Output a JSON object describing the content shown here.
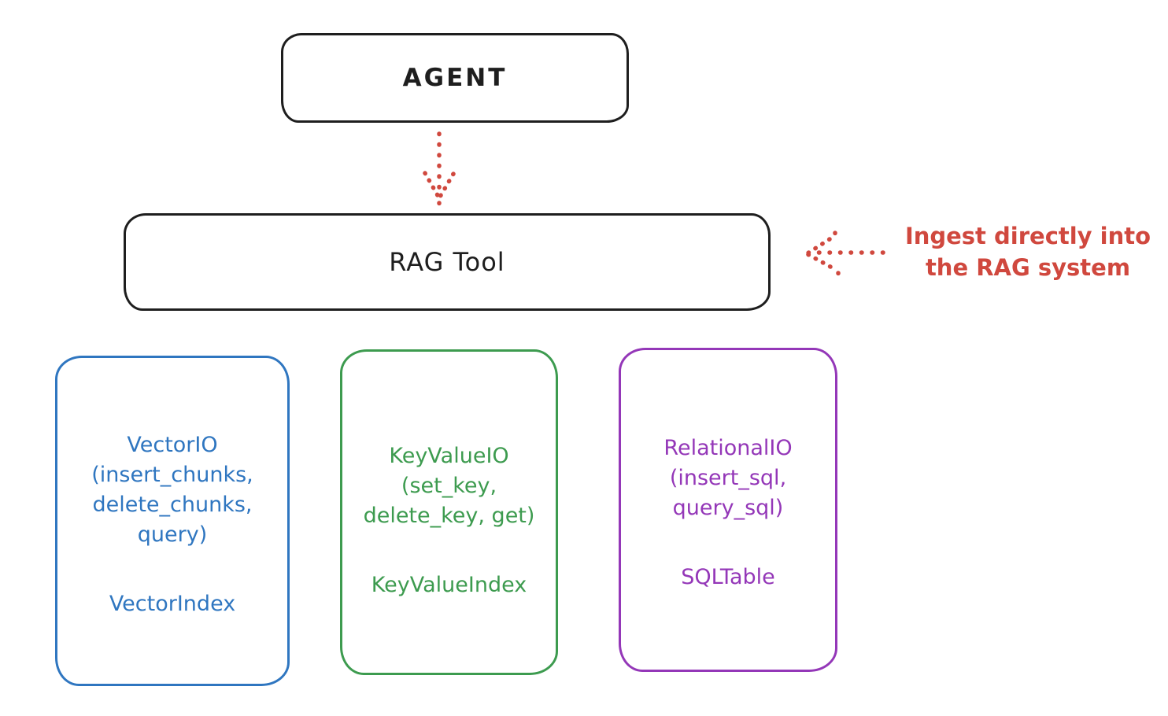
{
  "diagram": {
    "colors": {
      "ink": "#1e1e1e",
      "red": "#d0483e"
    },
    "agent_box": {
      "label": "AGENT"
    },
    "rag_tool_box": {
      "label": "RAG Tool"
    },
    "annotation": {
      "line1": "Ingest directly into",
      "line2": "the RAG system"
    },
    "arrows": [
      {
        "name": "agent-to-rag-arrow",
        "style": "dotted",
        "color": "#d0483e",
        "direction": "down"
      },
      {
        "name": "ingest-annotation-arrow",
        "style": "dotted",
        "color": "#d0483e",
        "direction": "left"
      }
    ],
    "stores": [
      {
        "name": "VectorIO",
        "color": "#2f76c0",
        "params": [
          "(insert_chunks,",
          "delete_chunks,",
          "query)"
        ],
        "index_label": "VectorIndex"
      },
      {
        "name": "KeyValueIO",
        "color": "#3d9b4f",
        "params": [
          "(set_key,",
          "delete_key, get)"
        ],
        "index_label": "KeyValueIndex"
      },
      {
        "name": "RelationalIO",
        "color": "#9437b8",
        "params": [
          "(insert_sql,",
          "query_sql)"
        ],
        "index_label": "SQLTable"
      }
    ]
  }
}
